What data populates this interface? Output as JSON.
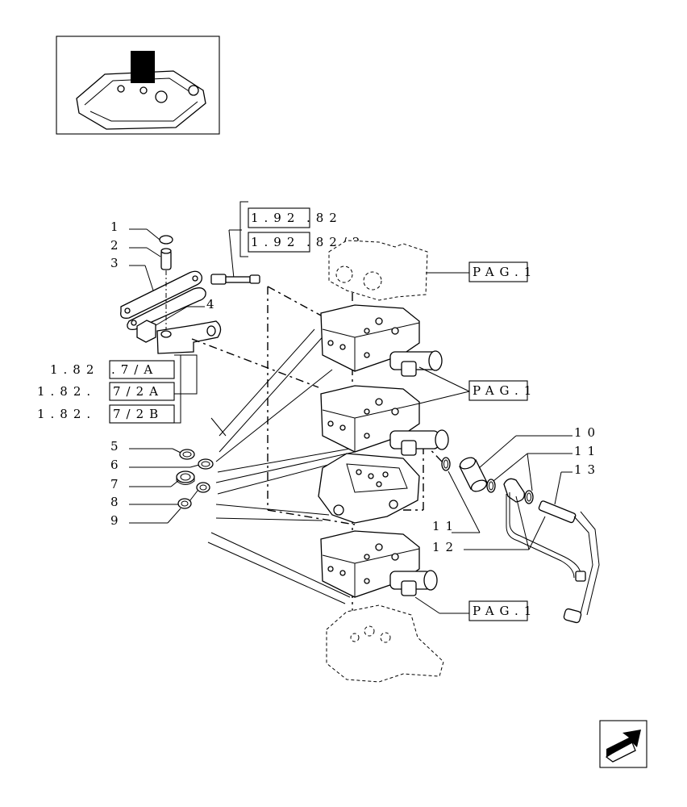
{
  "part_labels": [
    "1",
    "2",
    "3",
    "4",
    "5",
    "6",
    "7",
    "8",
    "9",
    "10",
    "11",
    "11",
    "12",
    "13"
  ],
  "references": {
    "top_ref_a": {
      "boxed": "1.92",
      "suffix": ".82"
    },
    "top_ref_b": {
      "boxed": "1.92",
      "suffix": ".82/2"
    },
    "left_ref_a": {
      "prefix": "1.82",
      "boxed": ".7/A"
    },
    "left_ref_b": {
      "prefix": "1.82.",
      "boxed": "7/2A"
    },
    "left_ref_c": {
      "prefix": "1.82.",
      "boxed": "7/2B"
    },
    "pag_1": "PAG.1",
    "pag_2": "PAG.1",
    "pag_3": "PAG.1"
  },
  "icons": {
    "thumbnail": "tractor-lift-cover-thumbnail",
    "navigation": "next-page-arrow-icon"
  }
}
